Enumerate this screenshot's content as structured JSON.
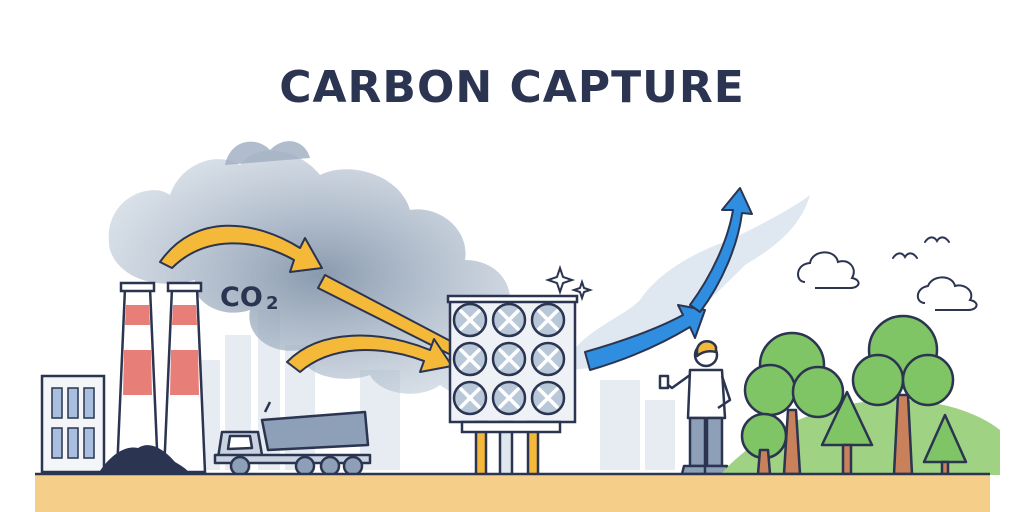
{
  "title": "CARBON CAPTURE",
  "co2_label": {
    "main": "CO",
    "subscript": "2"
  },
  "colors": {
    "ink": "#2b3450",
    "smoke": "#a9b8c8",
    "flow_arrow": "#f5b93a",
    "clean_arrow": "#2f8ee0",
    "chimney_band": "#e77f78",
    "ground": "#f5cf8a",
    "foliage": "#7fc465",
    "city": "#e6ecf2"
  },
  "icons": [
    "factory",
    "chimney",
    "coal-pile",
    "dump-truck",
    "capture-fan-unit",
    "sparkle",
    "person-thumbs-up",
    "cloud",
    "bird",
    "tree"
  ]
}
